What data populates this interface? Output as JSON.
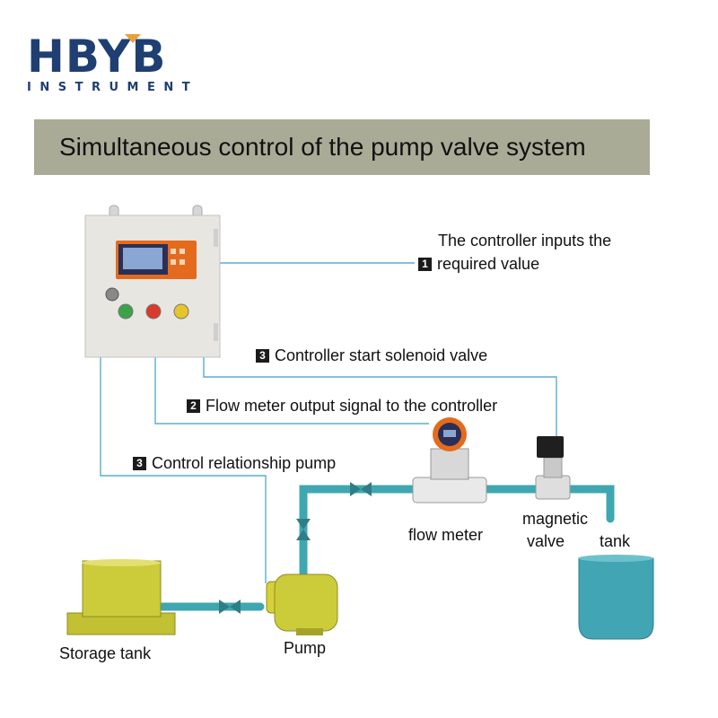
{
  "logo": {
    "brand": "HBYB",
    "sub": "INSTRUMENT"
  },
  "banner": {
    "title": "Simultaneous control of the pump valve system"
  },
  "labels": {
    "step1_line1": "The controller inputs the",
    "step1_line2": "required value",
    "step3_valve": "Controller start solenoid valve",
    "step2_meter": "Flow meter output signal to the controller",
    "step3_pump": "Control relationship pump",
    "flow_meter": "flow meter",
    "magnetic": "magnetic",
    "valve": "valve",
    "tank": "tank",
    "storage_tank": "Storage tank",
    "pump": "Pump"
  },
  "numbers": {
    "n1": "1",
    "n2": "2",
    "n3a": "3",
    "n3b": "3"
  },
  "colors": {
    "signal_line": "#5aaecc",
    "pipe": "#3fa7b1",
    "banner": "#a9ab96",
    "logo": "#1f3f73",
    "accent": "#e8a13a"
  }
}
